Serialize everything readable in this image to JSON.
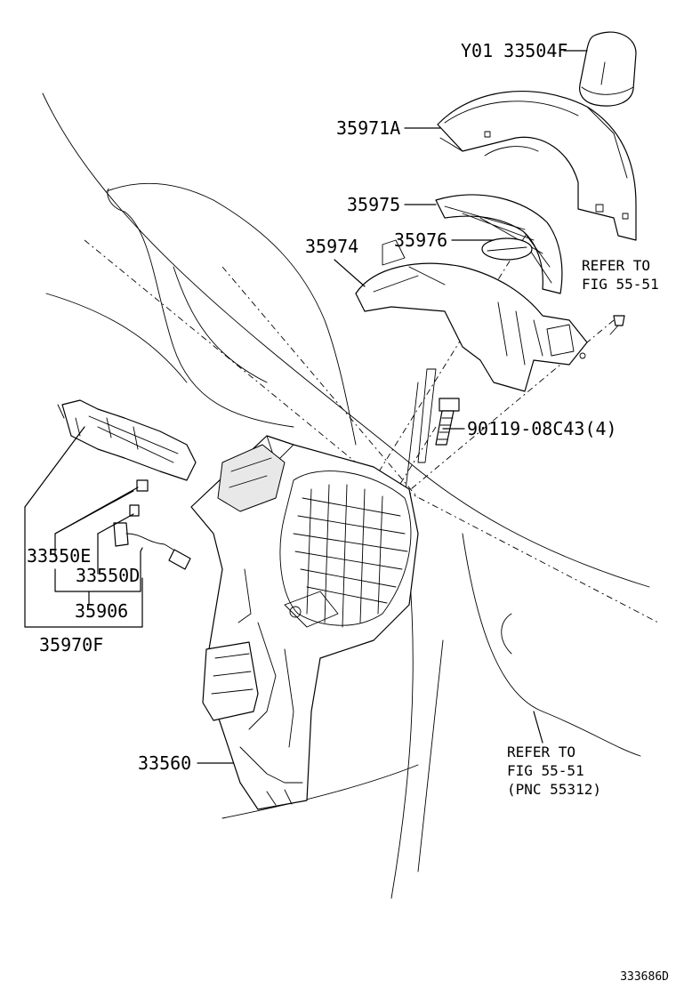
{
  "labels": {
    "p_33504F": "Y01 33504F",
    "p_35971A": "35971A",
    "p_35975": "35975",
    "p_35974": "35974",
    "p_35976": "35976",
    "p_90119": "90119-08C43(4)",
    "p_33550E": "33550E",
    "p_33550D": "33550D",
    "p_35906": "35906",
    "p_35970F": "35970F",
    "p_33560": "33560"
  },
  "refs": {
    "top": [
      "REFER TO",
      "FIG 55-51"
    ],
    "bottom": [
      "REFER TO",
      "FIG 55-51",
      "(PNC 55312)"
    ]
  },
  "diagram_id": "333686D"
}
